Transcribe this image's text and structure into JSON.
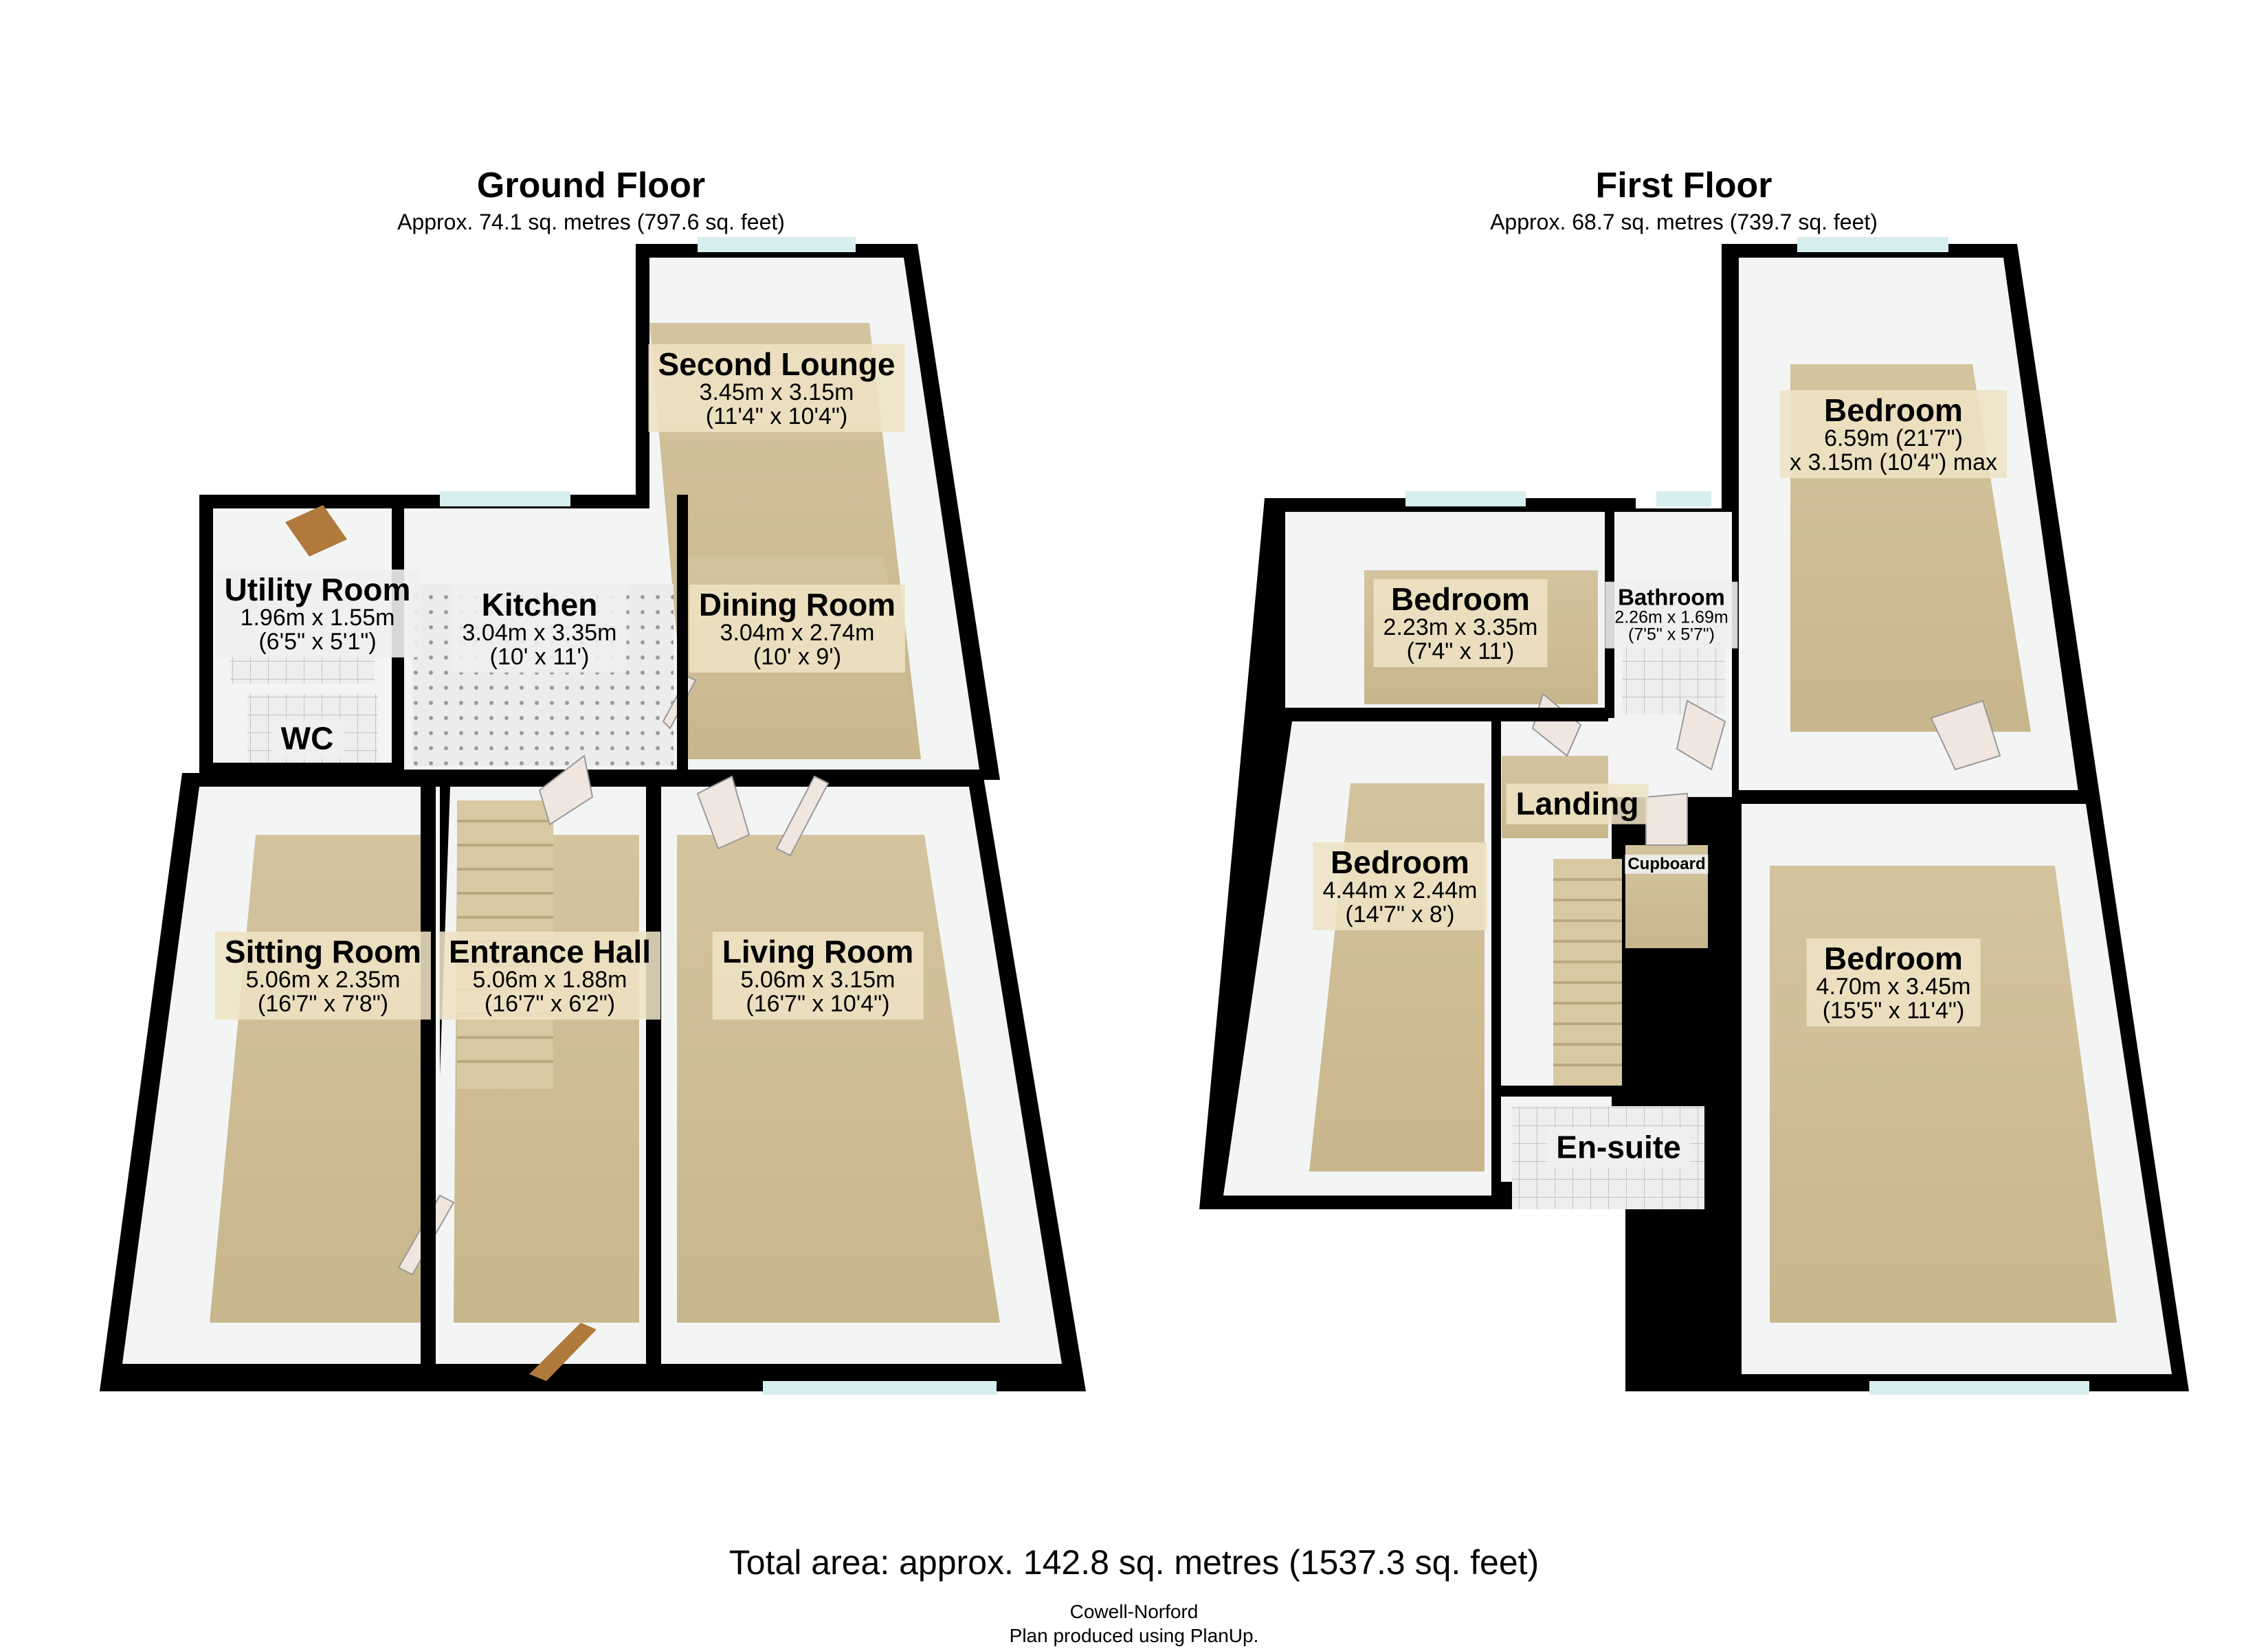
{
  "ground_floor": {
    "title": "Ground Floor",
    "area": "Approx. 74.1 sq. metres (797.6 sq. feet)",
    "rooms": [
      {
        "name": "Second Lounge",
        "dims": [
          "3.45m x 3.15m",
          "(11'4\" x 10'4\")"
        ]
      },
      {
        "name": "Utility Room",
        "dims": [
          "1.96m x 1.55m",
          "(6'5\" x 5'1\")"
        ]
      },
      {
        "name": "Kitchen",
        "dims": [
          "3.04m x 3.35m",
          "(10' x 11')"
        ]
      },
      {
        "name": "Dining Room",
        "dims": [
          "3.04m x 2.74m",
          "(10' x 9')"
        ]
      },
      {
        "name": "WC",
        "dims": []
      },
      {
        "name": "Sitting Room",
        "dims": [
          "5.06m x 2.35m",
          "(16'7\" x 7'8\")"
        ]
      },
      {
        "name": "Entrance Hall",
        "dims": [
          "5.06m x 1.88m",
          "(16'7\" x 6'2\")"
        ]
      },
      {
        "name": "Living Room",
        "dims": [
          "5.06m x 3.15m",
          "(16'7\" x 10'4\")"
        ]
      }
    ]
  },
  "first_floor": {
    "title": "First Floor",
    "area": "Approx. 68.7 sq. metres (739.7 sq. feet)",
    "rooms": [
      {
        "name": "Bedroom",
        "dims": [
          "6.59m (21'7\")",
          "x 3.15m (10'4\") max"
        ]
      },
      {
        "name": "Bedroom",
        "dims": [
          "2.23m x 3.35m",
          "(7'4\" x 11')"
        ]
      },
      {
        "name": "Bathroom",
        "dims": [
          "2.26m x 1.69m",
          "(7'5\" x 5'7\")"
        ]
      },
      {
        "name": "Landing",
        "dims": []
      },
      {
        "name": "Cupboard",
        "dims": []
      },
      {
        "name": "Bedroom",
        "dims": [
          "4.44m x 2.44m",
          "(14'7\" x 8')"
        ]
      },
      {
        "name": "Bedroom",
        "dims": [
          "4.70m x 3.45m",
          "(15'5\" x 11'4\")"
        ]
      },
      {
        "name": "En-suite",
        "dims": []
      }
    ]
  },
  "footer": {
    "total": "Total area: approx. 142.8 sq. metres (1537.3 sq. feet)",
    "credit_line1": "Cowell-Norford",
    "credit_line2": "Plan produced using PlanUp."
  },
  "colors": {
    "floor_carpet": "#cdbc94",
    "floor_tile": "#e6e6e6",
    "wall": "#000000",
    "wall_inner": "#f2f4f4",
    "window": "#d6eeee",
    "door": "#b07a3c"
  }
}
